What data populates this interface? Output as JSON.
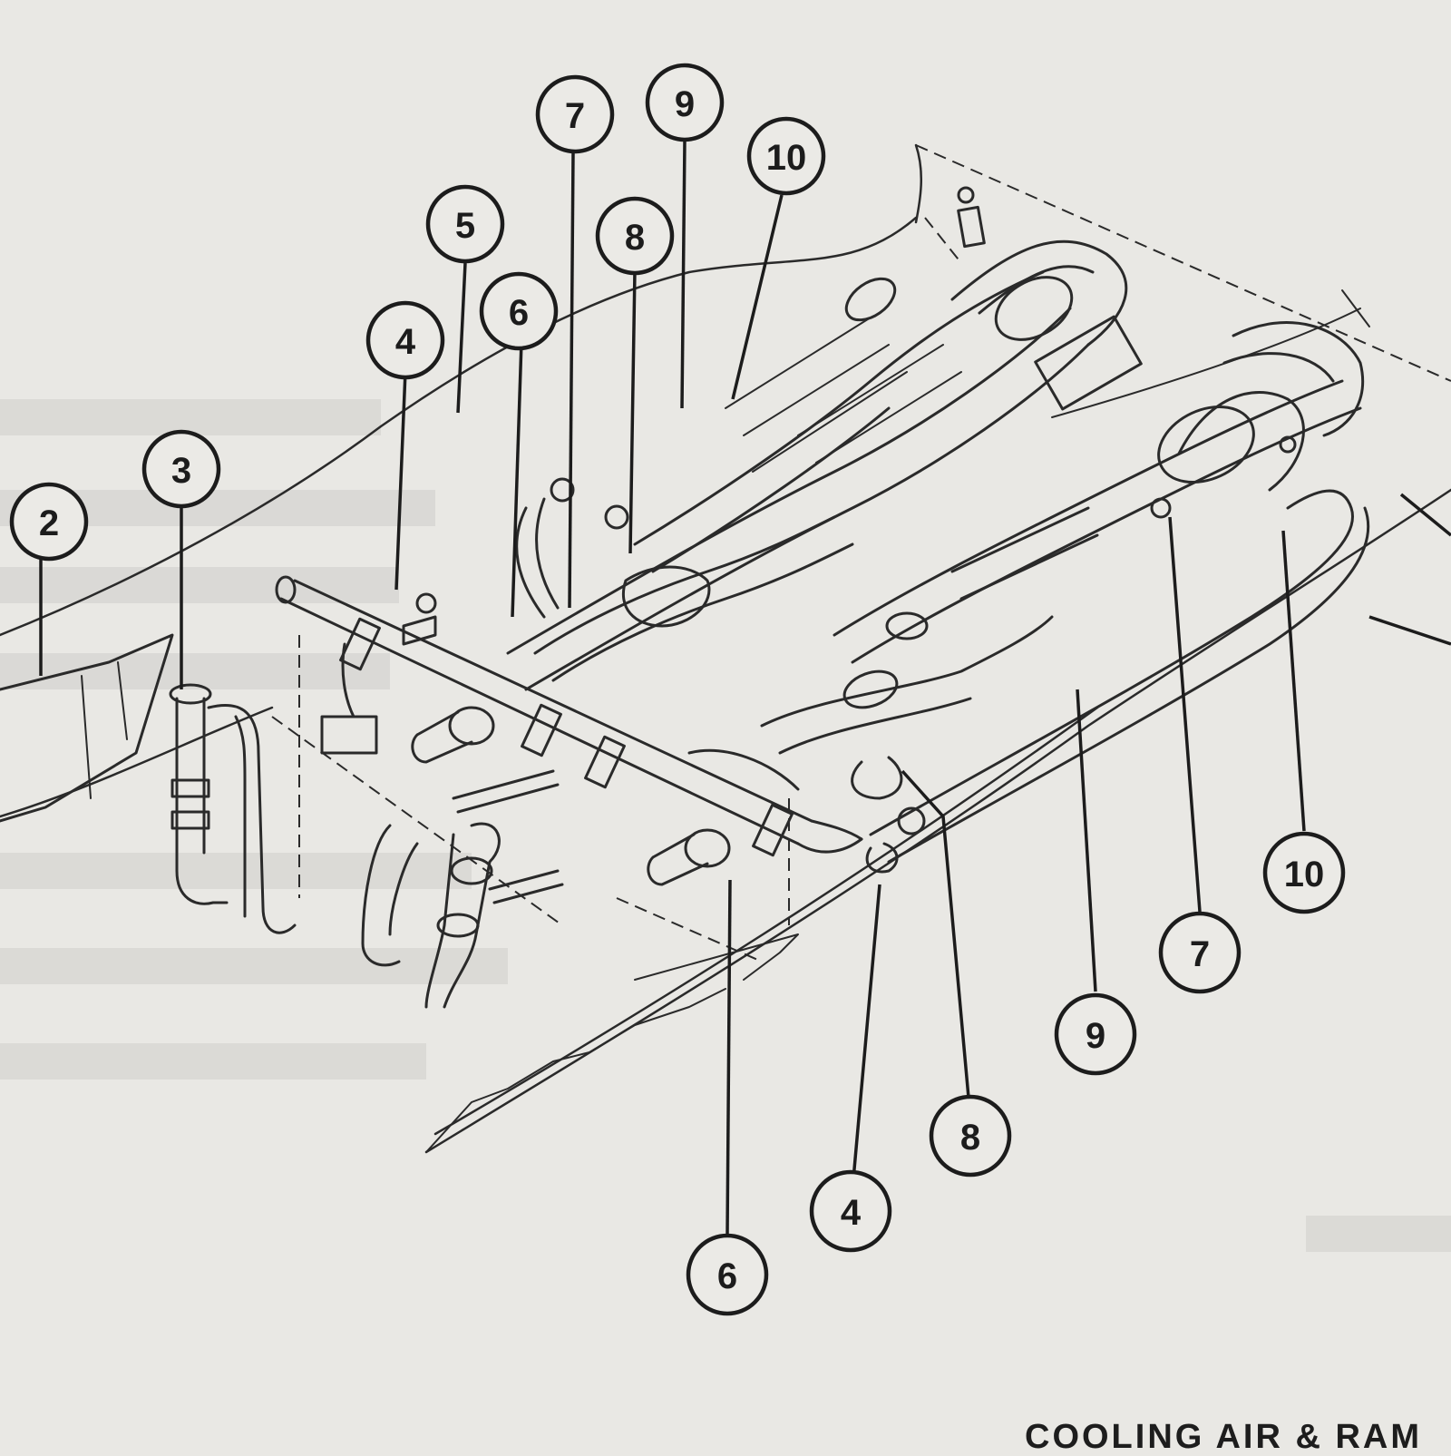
{
  "caption": "COOLING AIR & RAM",
  "callouts": [
    "2",
    "3",
    "4",
    "5",
    "6",
    "7",
    "8",
    "9",
    "10",
    "6",
    "4",
    "8",
    "9",
    "7",
    "10"
  ],
  "colors": {
    "paper": "#e9e8e4",
    "ink": "#1c1c1c",
    "bleed_through": "#c9c8c4"
  }
}
